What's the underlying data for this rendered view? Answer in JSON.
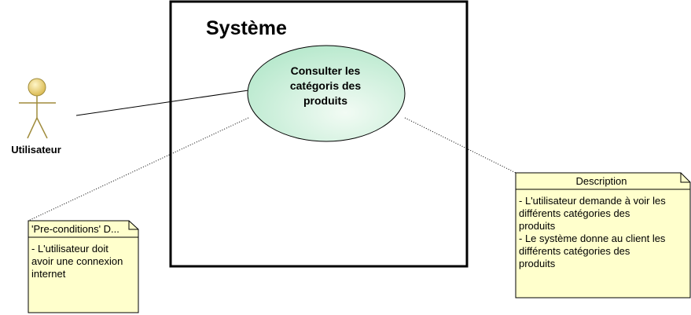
{
  "system": {
    "title": "Système"
  },
  "use_case": {
    "label": "Consulter  les\ncatégoris des\nproduits"
  },
  "actor": {
    "name": "Utilisateur"
  },
  "notes": {
    "preconditions": {
      "title": "'Pre-conditions' D...",
      "body": "- L'utilisateur doit\navoir une connexion\ninternet"
    },
    "description": {
      "title": "Description",
      "body": "- L'utilisateur demande à voir les\ndifférents catégories des\nproduits\n- Le système donne au client les\ndifférents catégories des\nproduits"
    }
  },
  "colors": {
    "note_fill": "#ffffcc",
    "usecase_fill_light": "#f2fbf4",
    "usecase_fill_dark": "#b6e8cc",
    "actor_fill": "#f4e49a",
    "actor_stroke": "#a08c3c",
    "line": "#000000"
  }
}
